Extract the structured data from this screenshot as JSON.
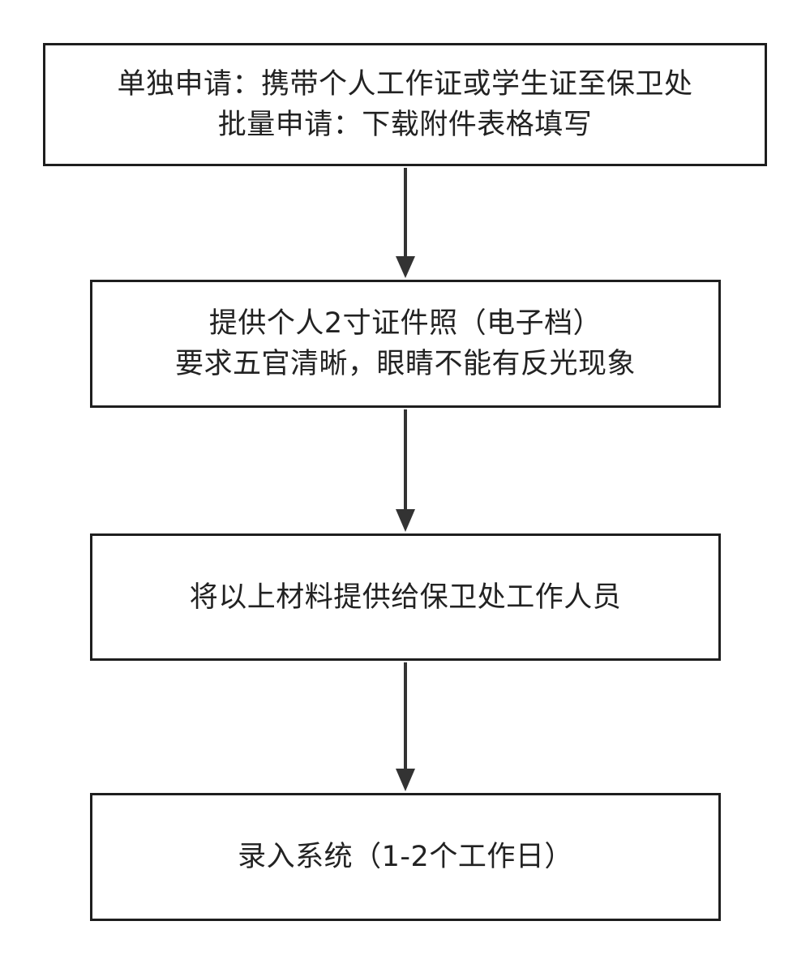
{
  "colors": {
    "background": "#ffffff",
    "border": "#1e1e1e",
    "text": "#222222",
    "connector": "#333333"
  },
  "steps": [
    {
      "lines": [
        "单独申请：携带个人工作证或学生证至保卫处",
        "批量申请：下载附件表格填写"
      ]
    },
    {
      "lines": [
        "提供个人2寸证件照（电子档）",
        "要求五官清晰，眼睛不能有反光现象"
      ]
    },
    {
      "lines": [
        "将以上材料提供给保卫处工作人员"
      ]
    },
    {
      "lines": [
        "录入系统（1-2个工作日）"
      ]
    }
  ]
}
